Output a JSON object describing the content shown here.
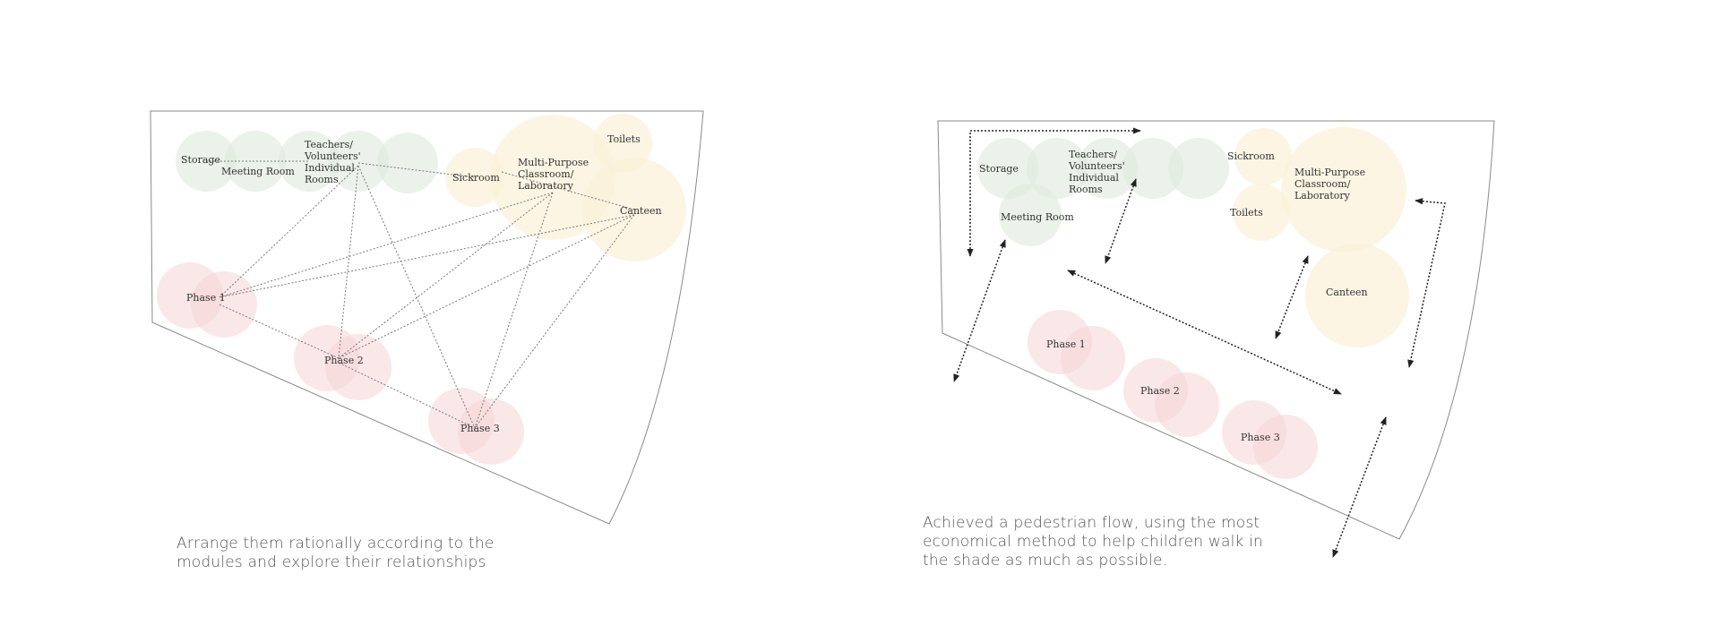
{
  "colors": {
    "green": "#dde9dc",
    "yellow": "#fbf1d9",
    "pink": "#f7d7d9",
    "outline": "#8a8a8a",
    "line": "#7a7a7a",
    "arrow": "#222222"
  },
  "left_diagram": {
    "labels": {
      "storage": "Storage",
      "meeting_room": "Meeting Room",
      "teachers": [
        "Teachers/",
        "Volunteers'",
        "Individual",
        "Rooms"
      ],
      "sickroom": "Sickroom",
      "multipurpose": [
        "Multi-Purpose",
        "Classroom/",
        "Laboratory"
      ],
      "toilets": "Toilets",
      "canteen": "Canteen",
      "phase1": "Phase 1",
      "phase2": "Phase 2",
      "phase3": "Phase 3"
    },
    "caption": [
      "Arrange them rationally according to the",
      "modules and explore their relationships"
    ]
  },
  "right_diagram": {
    "labels": {
      "storage": "Storage",
      "meeting_room": "Meeting Room",
      "teachers": [
        "Teachers/",
        "Volunteers'",
        "Individual",
        "Rooms"
      ],
      "sickroom": "Sickroom",
      "toilets": "Toilets",
      "multipurpose": [
        "Multi-Purpose",
        "Classroom/",
        "Laboratory"
      ],
      "canteen": "Canteen",
      "phase1": "Phase 1",
      "phase2": "Phase 2",
      "phase3": "Phase 3"
    },
    "caption": [
      "Achieved a pedestrian flow, using the most",
      "economical method to help children walk in",
      "the shade as much as possible."
    ]
  }
}
